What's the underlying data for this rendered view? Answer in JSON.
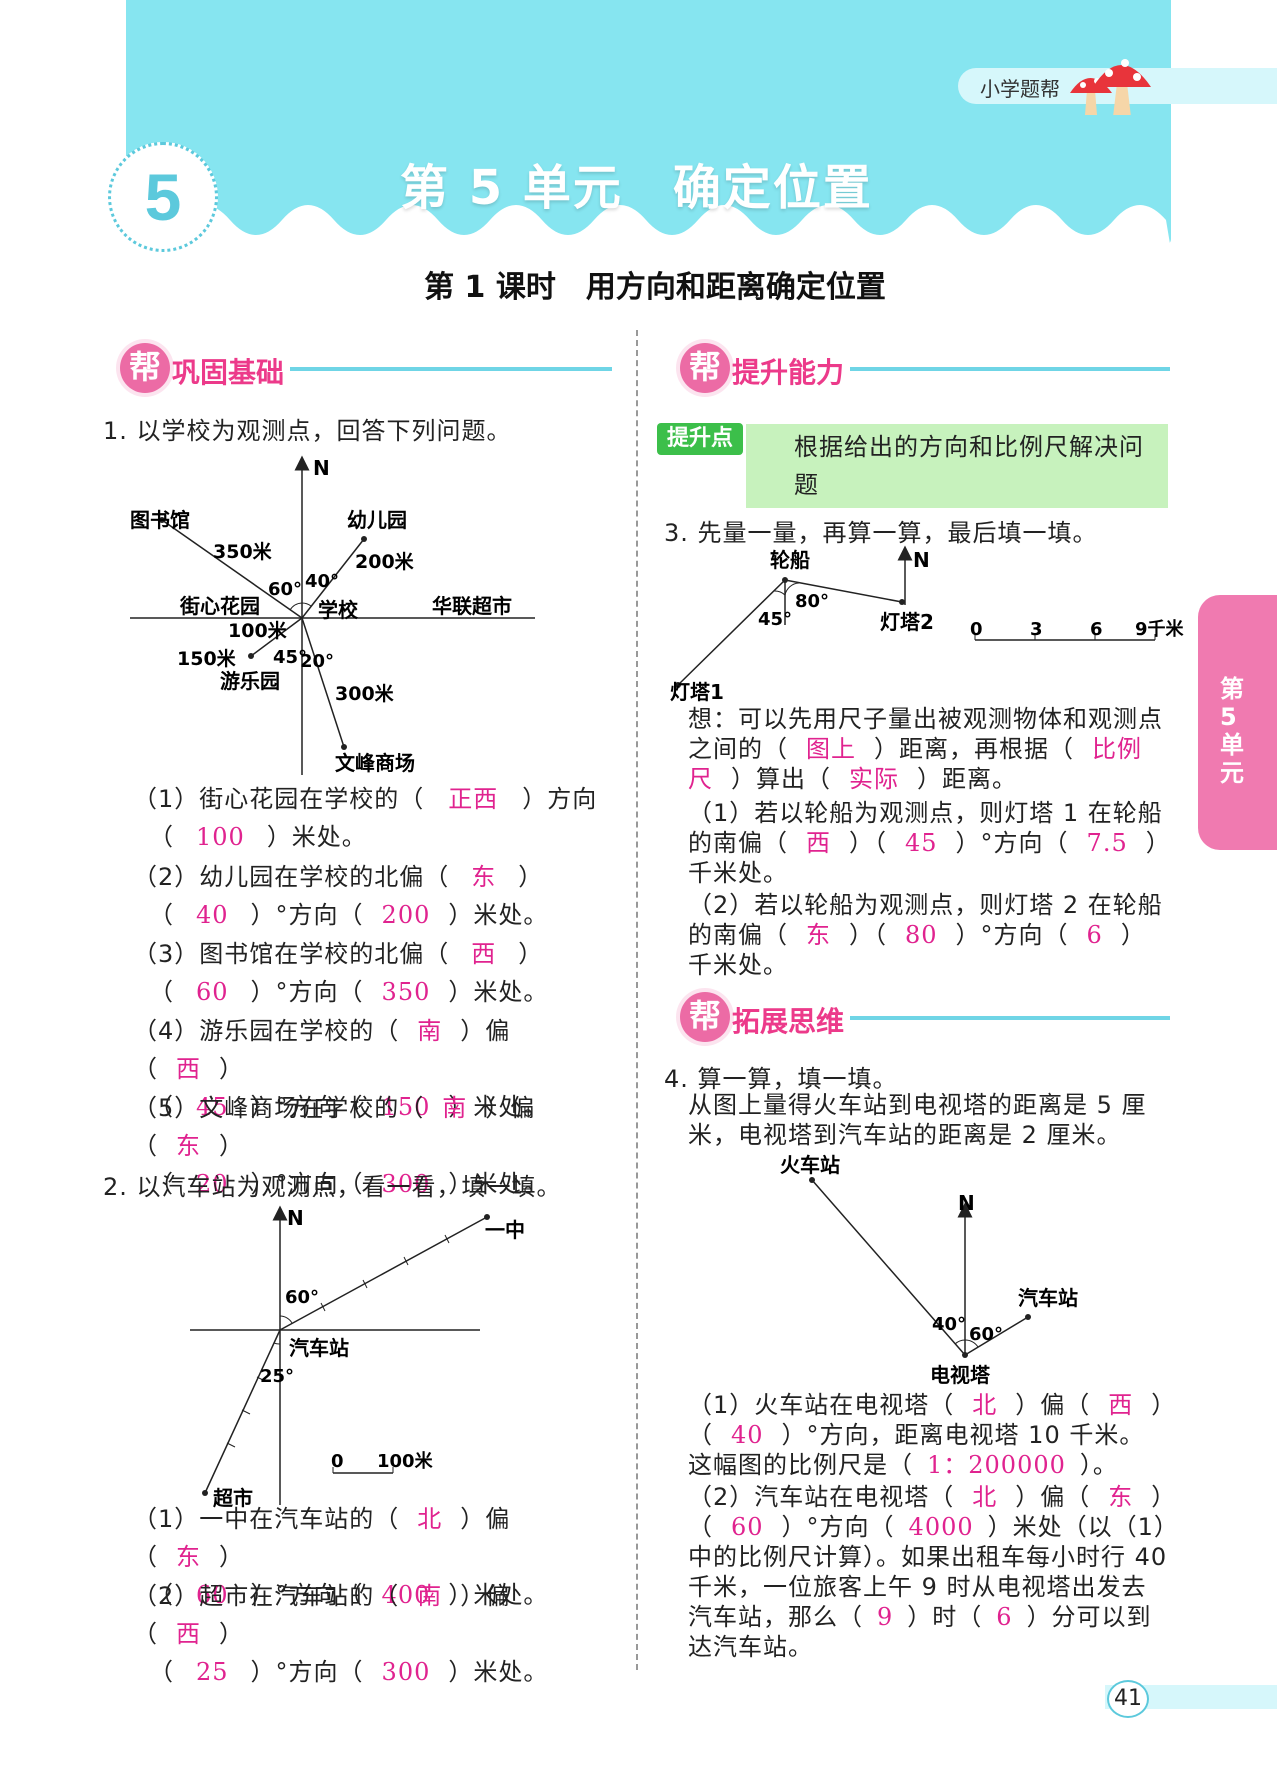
{
  "header": {
    "brand": "小学题帮",
    "unit_number": "5",
    "unit_title": "第 5 单元　确定位置",
    "lesson_title": "第 1 课时　用方向和距离确定位置"
  },
  "side_tab": "第5单元",
  "page_number": "41",
  "left": {
    "section_badge": "帮",
    "section_title": "巩固基础",
    "q1": {
      "stem": "1. 以学校为观测点，回答下列问题。",
      "fig": {
        "north": "N",
        "library": "图书馆",
        "kindergarten": "幼儿园",
        "garden": "街心花园",
        "school": "学校",
        "supermarket": "华联超市",
        "park": "游乐园",
        "mall": "文峰商场",
        "d350": "350米",
        "d200": "200米",
        "d100": "100米",
        "d150": "150米",
        "d300": "300米",
        "a60": "60°",
        "a40": "40°",
        "a45": "45°",
        "a20": "20°"
      },
      "p1": {
        "label": "（1）街心花园在学校的（",
        "a1": "正西",
        "t1": "）方向",
        "a2": "100",
        "t2": "）米处。"
      },
      "p2": {
        "label": "（2）幼儿园在学校的北偏（",
        "a1": "东",
        "a2": "40",
        "t2": "）°方向（",
        "a3": "200",
        "t3": "）米处。"
      },
      "p3": {
        "label": "（3）图书馆在学校的北偏（",
        "a1": "西",
        "a2": "60",
        "t2": "）°方向（",
        "a3": "350",
        "t3": "）米处。"
      },
      "p4": {
        "label": "（4）游乐园在学校的（",
        "a1": "南",
        "t1": "）偏（",
        "a2": "西",
        "a3": "45",
        "t3": "）°方向（",
        "a4": "150",
        "t4": "）米处。"
      },
      "p5": {
        "label": "（5）文峰商场在学校的（",
        "a1": "南",
        "t1": "）偏（",
        "a2": "东",
        "a3": "20",
        "t3": "）°方向（",
        "a4": "300",
        "t4": "）米处。"
      }
    },
    "q2": {
      "stem": "2. 以汽车站为观测点，看一看，填一填。",
      "fig": {
        "north": "N",
        "school": "一中",
        "station": "汽车站",
        "market": "超市",
        "a60": "60°",
        "a25": "25°",
        "s0": "0",
        "s100": "100米"
      },
      "p1": {
        "label": "（1）一中在汽车站的（",
        "a1": "北",
        "t1": "）偏（",
        "a2": "东",
        "a3": "60",
        "t3": "）°方向（",
        "a4": "400",
        "t4": "）米处。"
      },
      "p2": {
        "label": "（2）超市在汽车站的（",
        "a1": "南",
        "t1": "）偏（",
        "a2": "西",
        "a3": "25",
        "t3": "）°方向（",
        "a4": "300",
        "t4": "）米处。"
      }
    }
  },
  "right": {
    "section1_badge": "帮",
    "section1_title": "提升能力",
    "tip_label": "提升点",
    "tip_text": "根据给出的方向和比例尺解决问题",
    "q3": {
      "stem": "3. 先量一量，再算一算，最后填一填。",
      "fig": {
        "ship": "轮船",
        "north": "N",
        "tower2": "灯塔2",
        "tower1": "灯塔1",
        "a80": "80°",
        "a45": "45°",
        "s0": "0",
        "s3": "3",
        "s6": "6",
        "s9": "9千米"
      },
      "think_label": "想：可以先用尺子量出被观测物体和观测点之间的（",
      "think_a1": "图上",
      "think_t1": "）距离，再根据（",
      "think_a2": "比例尺",
      "think_t2": "）算出（",
      "think_a3": "实际",
      "think_t3": "）距离。",
      "p1_label": "（1）若以轮船为观测点，则灯塔 1 在轮船的南偏（",
      "p1_a1": "西",
      "p1_a2": "45",
      "p1_t2": "）°方向（",
      "p1_a3": "7.5",
      "p1_t3": "）千米处。",
      "p2_label": "（2）若以轮船为观测点，则灯塔 2 在轮船的南偏（",
      "p2_a1": "东",
      "p2_a2": "80",
      "p2_t2": "）°方向（",
      "p2_a3": "6",
      "p2_t3": "）千米处。"
    },
    "section2_badge": "帮",
    "section2_title": "拓展思维",
    "q4": {
      "stem": "4. 算一算，填一填。",
      "desc": "从图上量得火车站到电视塔的距离是 5 厘米，电视塔到汽车站的距离是 2 厘米。",
      "fig": {
        "train": "火车站",
        "north": "N",
        "bus": "汽车站",
        "tower": "电视塔",
        "a40": "40°",
        "a60": "60°"
      },
      "p1_label": "（1）火车站在电视塔（",
      "p1_a1": "北",
      "p1_t1": "）偏（",
      "p1_a2": "西",
      "p1_a3": "40",
      "p1_t3": "）°方向，距离电视塔 10 千米。这幅图的比例尺是（",
      "p1_a4": "1：200000",
      "p1_t4": "）。",
      "p2_label": "（2）汽车站在电视塔（",
      "p2_a1": "北",
      "p2_t1": "）偏（",
      "p2_a2": "东",
      "p2_a3": "60",
      "p2_t3": "）°方向（",
      "p2_a4": "4000",
      "p2_t4": "）米处（以（1）中的比例尺计算）。如果出租车每小时行 40 千米，一位旅客上午 9 时从电视塔出发去汽车站，那么（",
      "p2_a5": "9",
      "p2_t5": "）时（",
      "p2_a6": "6",
      "p2_t6": "）分可以到达汽车站。"
    }
  }
}
